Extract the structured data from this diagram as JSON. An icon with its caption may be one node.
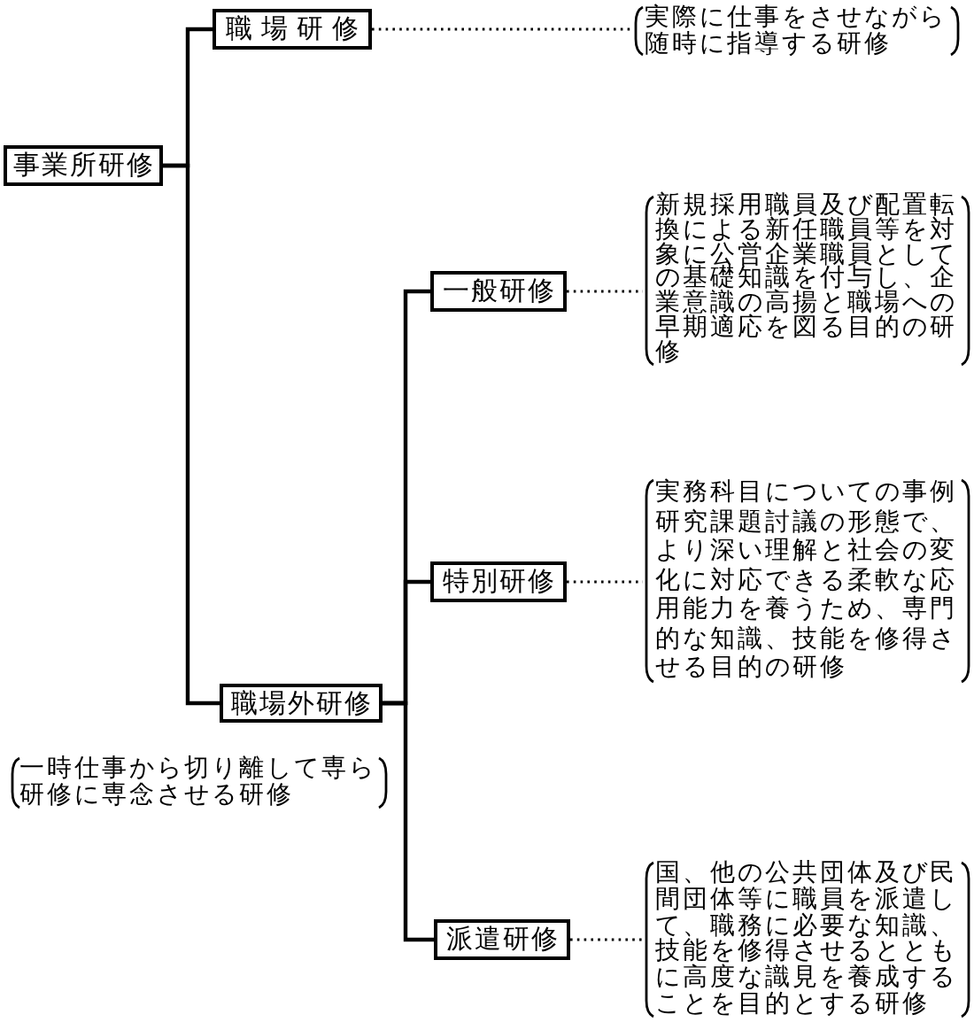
{
  "diagram": {
    "nodes": [
      {
        "text": [
          "事業所研修"
        ]
      },
      {
        "text": [
          "職場研修"
        ]
      },
      {
        "text": [
          "実際に仕事をさせながら随時に指導する研修"
        ]
      },
      {
        "text": [
          "職場外研修"
        ],
        "beside": [
          "一時仕事から切り離して専ら研修に専念させる研修"
        ]
      },
      {
        "text": [
          "一般研修"
        ]
      },
      {
        "text": [
          "新規採用職員及び配置転換による新任職員等を対象に公営企業職員としての基礎知識を付与し、企業意識の高揚と職場への早期適応を図る目的の研修"
        ]
      },
      {
        "text": [
          "特別研修"
        ]
      },
      {
        "text": [
          "実務科目についての事例研究課題討議の形態で、より深い理解と社会の変化に対応できる柔軟な応用能力を養うため、専門的な知識、技能を修得させる目的の研修"
        ]
      },
      {
        "text": [
          "派遣研修"
        ]
      },
      {
        "text": [
          "国、他の公共団体及び民間団体等に職員を派遣して、職務に必要な知識、技能を修得させるとともに高度な識見を養成することを目的とする研修"
        ]
      }
    ],
    "edges": [
      {
        "from": 0,
        "to": 1,
        "arrow": "none"
      },
      {
        "from": 1,
        "to": 2,
        "arrow": "none",
        "style": "dashed"
      },
      {
        "from": 0,
        "to": 3,
        "arrow": "none"
      },
      {
        "from": 3,
        "to": 4,
        "arrow": "none"
      },
      {
        "from": 4,
        "to": 5,
        "arrow": "none",
        "style": "dashed"
      },
      {
        "from": 3,
        "to": 6,
        "arrow": "none"
      },
      {
        "from": 6,
        "to": 7,
        "arrow": "none",
        "style": "dashed"
      },
      {
        "from": 3,
        "to": 8,
        "arrow": "none"
      },
      {
        "from": 8,
        "to": 9,
        "arrow": "none",
        "style": "dashed"
      }
    ]
  }
}
